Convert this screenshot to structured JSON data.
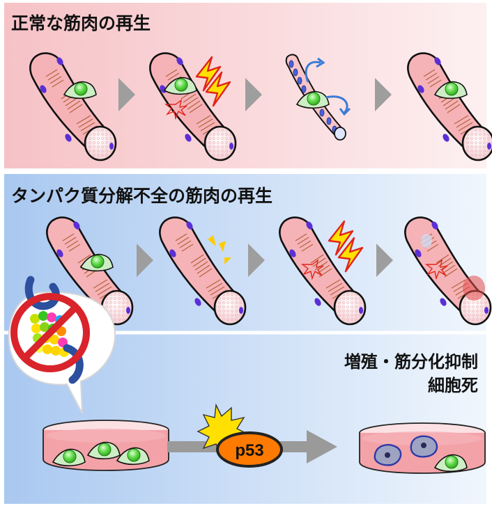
{
  "panels": {
    "normal": {
      "title": "正常な筋肉の再生",
      "bg_from": "#f7c9cc",
      "bg_to": "#fdeff0"
    },
    "defect": {
      "title": "タンパク質分解不全の筋肉の再生",
      "bg_from": "#b8d2f2",
      "bg_to": "#eef5fd"
    },
    "cells": {
      "outcome_line1": "増殖・筋分化抑制",
      "outcome_line2": "細胞死",
      "p53_label": "p53"
    }
  },
  "colors": {
    "fiber": "#f5b3b8",
    "stripe": "#b8633a",
    "nucleus": "#5b2fd6",
    "satellite": "#5fd84a",
    "satellite_nucleus": "#37c51f",
    "arrow": "#9a9a9a",
    "lightning": "#ffe000",
    "lightning_edge": "#e0241b",
    "p53_fill": "#ff7a00",
    "forbid": "#d8242a",
    "dead_cell": "#6a6fa0"
  },
  "icons": [
    "muscle-fiber",
    "satellite-cell",
    "lightning-icon",
    "chevron-arrow-icon",
    "forbidden-icon",
    "proteasome-icon",
    "culture-dish",
    "starburst-icon"
  ]
}
